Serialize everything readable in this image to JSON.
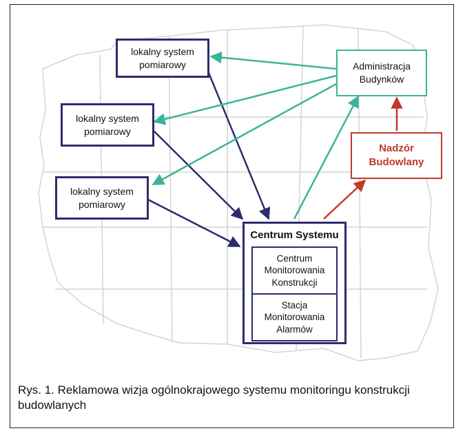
{
  "diagram": {
    "nodes": {
      "local_1": "lokalny system\npomiarowy",
      "local_2": "lokalny system\npomiarowy",
      "local_3": "lokalny system\npomiarowy",
      "administration": "Administracja\nBudynków",
      "supervision": "Nadzór\nBudowlany",
      "center": {
        "title": "Centrum Systemu",
        "sub_1": "Centrum\nMonitorowania\nKonstrukcji",
        "sub_2": "Stacja\nMonitorowania\nAlarmów"
      }
    },
    "edges": [
      {
        "from": "local_1",
        "to": "center",
        "color": "#2c2c6e"
      },
      {
        "from": "local_2",
        "to": "center",
        "color": "#2c2c6e"
      },
      {
        "from": "local_3",
        "to": "center",
        "color": "#2c2c6e"
      },
      {
        "from": "administration",
        "to": "local_1",
        "color": "#3bb39a"
      },
      {
        "from": "administration",
        "to": "local_2",
        "color": "#3bb39a"
      },
      {
        "from": "administration",
        "to": "local_3",
        "color": "#3bb39a"
      },
      {
        "from": "center",
        "to": "administration",
        "color": "#3bb39a"
      },
      {
        "from": "center",
        "to": "supervision",
        "color": "#c0392b"
      },
      {
        "from": "supervision",
        "to": "administration",
        "color": "#c0392b"
      }
    ],
    "colors": {
      "navy": "#2c2c6e",
      "teal": "#3bb39a",
      "red": "#c0392b",
      "map": "#cfcfcf"
    }
  },
  "caption": "Rys. 1. Reklamowa wizja ogólnokrajowego systemu monitoringu konstrukcji budowlanych"
}
